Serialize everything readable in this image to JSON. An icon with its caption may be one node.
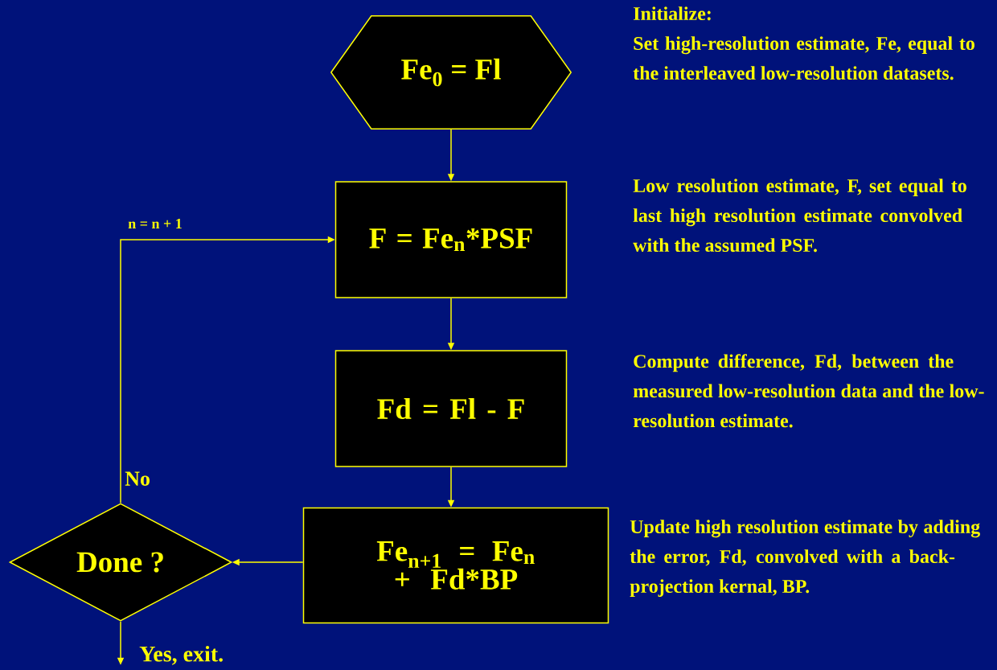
{
  "diagram": {
    "nodes": [
      {
        "text": [
          "Fe$_{0}$ = Fl"
        ],
        "beside": [
          "Initialize:",
          "Set high-resolution estimate, Fe, equal to the interleaved low-resolution datasets."
        ]
      },
      {
        "text": [
          "F = Fe$_{n}$*PSF"
        ],
        "beside": [
          "Low resolution estimate, F, set equal to last high resolution estimate convolved with the assumed PSF."
        ]
      },
      {
        "text": [
          "Fd = Fl - F"
        ],
        "beside": [
          "Compute difference, Fd, between the measured low-resolution data and the low-resolution estimate."
        ]
      },
      {
        "text": [
          "Fe$_{n+1}$ = Fe$_{n}$ + Fd*BP"
        ],
        "beside": [
          "Update high resolution estimate by adding the error, Fd, convolved with a back-projection kernal, BP."
        ]
      },
      {
        "text": [
          "Done ?"
        ]
      }
    ],
    "edges": [
      {
        "from": 0,
        "to": 1,
        "arrow": "to"
      },
      {
        "from": 1,
        "to": 2,
        "arrow": "to"
      },
      {
        "from": 2,
        "to": 3,
        "arrow": "to"
      },
      {
        "from": 3,
        "to": 4,
        "arrow": "to"
      },
      {
        "from": 4,
        "to": 1,
        "arrow": "to",
        "label": "No"
      },
      {
        "from": 4,
        "to": null,
        "arrow": "to",
        "label": "Yes, exit."
      }
    ],
    "labels": [
      "n = n + 1"
    ]
  }
}
